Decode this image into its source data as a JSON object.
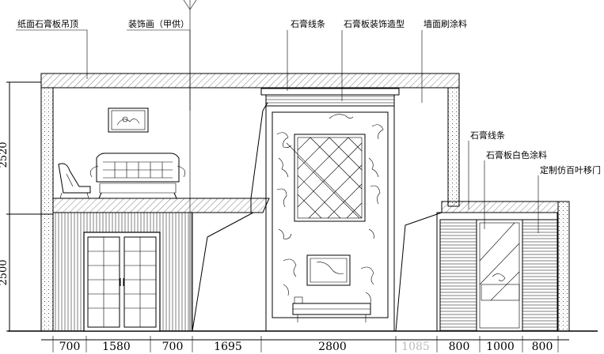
{
  "annotations": {
    "ceiling": "纸面石膏板吊顶",
    "painting": "装饰画（甲供）",
    "gypsum_line": "石膏线条",
    "gypsum_feature": "石膏板装饰造型",
    "wall_paint": "墙面刷涂料",
    "gypsum_line_right": "石膏线条",
    "gypsum_white_paint": "石膏板白色涂料",
    "louver_door": "定制仿百叶移门"
  },
  "dimensions": {
    "horizontal": [
      "700",
      "1580",
      "700",
      "1695",
      "2800",
      "1085",
      "800",
      "1000",
      "800"
    ],
    "vertical": [
      "2520",
      "2500"
    ]
  }
}
